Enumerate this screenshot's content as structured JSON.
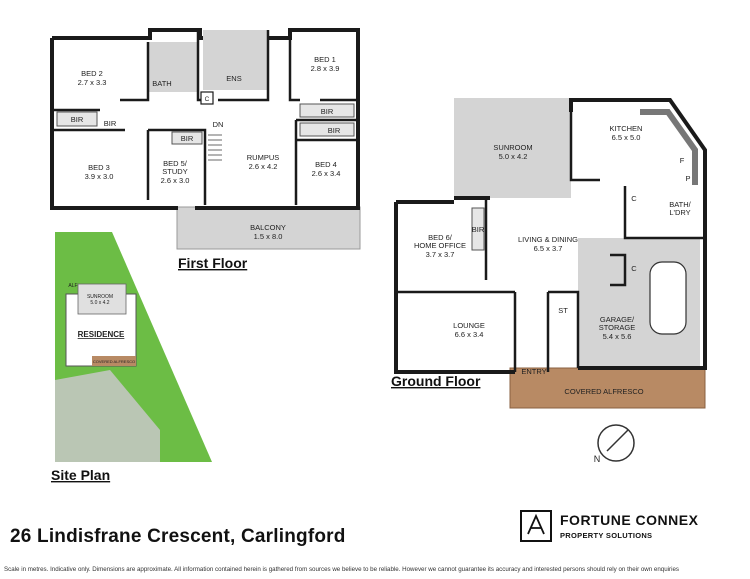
{
  "first_floor": {
    "title": "First Floor",
    "rooms": {
      "bed2": {
        "name": "BED 2",
        "dims": "2.7 x 3.3"
      },
      "bath": {
        "name": "BATH"
      },
      "ens": {
        "name": "ENS"
      },
      "bed1": {
        "name": "BED 1",
        "dims": "2.8 x 3.9"
      },
      "bir_left": {
        "name": "BIR"
      },
      "bir_left2": {
        "name": "BIR"
      },
      "bed3": {
        "name": "BED 3",
        "dims": "3.9 x 3.0"
      },
      "bed5": {
        "name": "BED 5/",
        "name2": "STUDY",
        "dims": "2.6 x 3.0"
      },
      "bir_mid": {
        "name": "BIR"
      },
      "dn": {
        "name": "DN"
      },
      "c": {
        "name": "C"
      },
      "rumpus": {
        "name": "RUMPUS",
        "dims": "2.6 x 4.2"
      },
      "bir_r1": {
        "name": "BIR"
      },
      "bir_r2": {
        "name": "BIR"
      },
      "bed4": {
        "name": "BED 4",
        "dims": "2.6 x 3.4"
      },
      "balcony": {
        "name": "BALCONY",
        "dims": "1.5 x 8.0"
      }
    }
  },
  "ground_floor": {
    "title": "Ground Floor",
    "rooms": {
      "sunroom": {
        "name": "SUNROOM",
        "dims": "5.0 x 4.2"
      },
      "kitchen": {
        "name": "KITCHEN",
        "dims": "6.5 x 5.0"
      },
      "f": {
        "name": "F"
      },
      "p": {
        "name": "P"
      },
      "c1": {
        "name": "C"
      },
      "bath_ldry": {
        "name": "BATH/",
        "name2": "L'DRY"
      },
      "bed6": {
        "name": "BED 6/",
        "name2": "HOME OFFICE",
        "dims": "3.7 x 3.7"
      },
      "bir": {
        "name": "BIR"
      },
      "living": {
        "name": "LIVING & DINING",
        "dims": "6.5 x 3.7"
      },
      "c2": {
        "name": "C"
      },
      "st": {
        "name": "ST"
      },
      "garage": {
        "name": "GARAGE/",
        "name2": "STORAGE",
        "dims": "5.4 x 5.6"
      },
      "lounge": {
        "name": "LOUNGE",
        "dims": "6.6 x 3.4"
      },
      "entry": {
        "name": "ENTRY"
      },
      "alfresco": {
        "name": "COVERED ALFRESCO"
      }
    }
  },
  "site_plan": {
    "title": "Site Plan",
    "residence": "RESIDENCE",
    "sunroom": "SUNROOM",
    "sunroom_dims": "5.0 x 4.2",
    "alf": "ALF",
    "covered_alfresco": "COVERED ALFRESCO"
  },
  "compass": {
    "label": "N"
  },
  "address": "26 Lindisfrane Crescent, Carlingford",
  "brand": {
    "name": "FORTUNE CONNEX",
    "sub": "PROPERTY SOLUTIONS"
  },
  "disclaimer": "Scale in metres. Indicative only. Dimensions are approximate. All information contained herein is gathered from sources we believe to be reliable. However we cannot guarantee its accuracy and interested persons should rely on their own enquiries",
  "colors": {
    "wall": "#1a1a1a",
    "fixture_grey": "#d4d4d4",
    "alfresco": "#b88a64",
    "site_green": "#6cbd45",
    "site_grey": "#c8c8c8"
  }
}
